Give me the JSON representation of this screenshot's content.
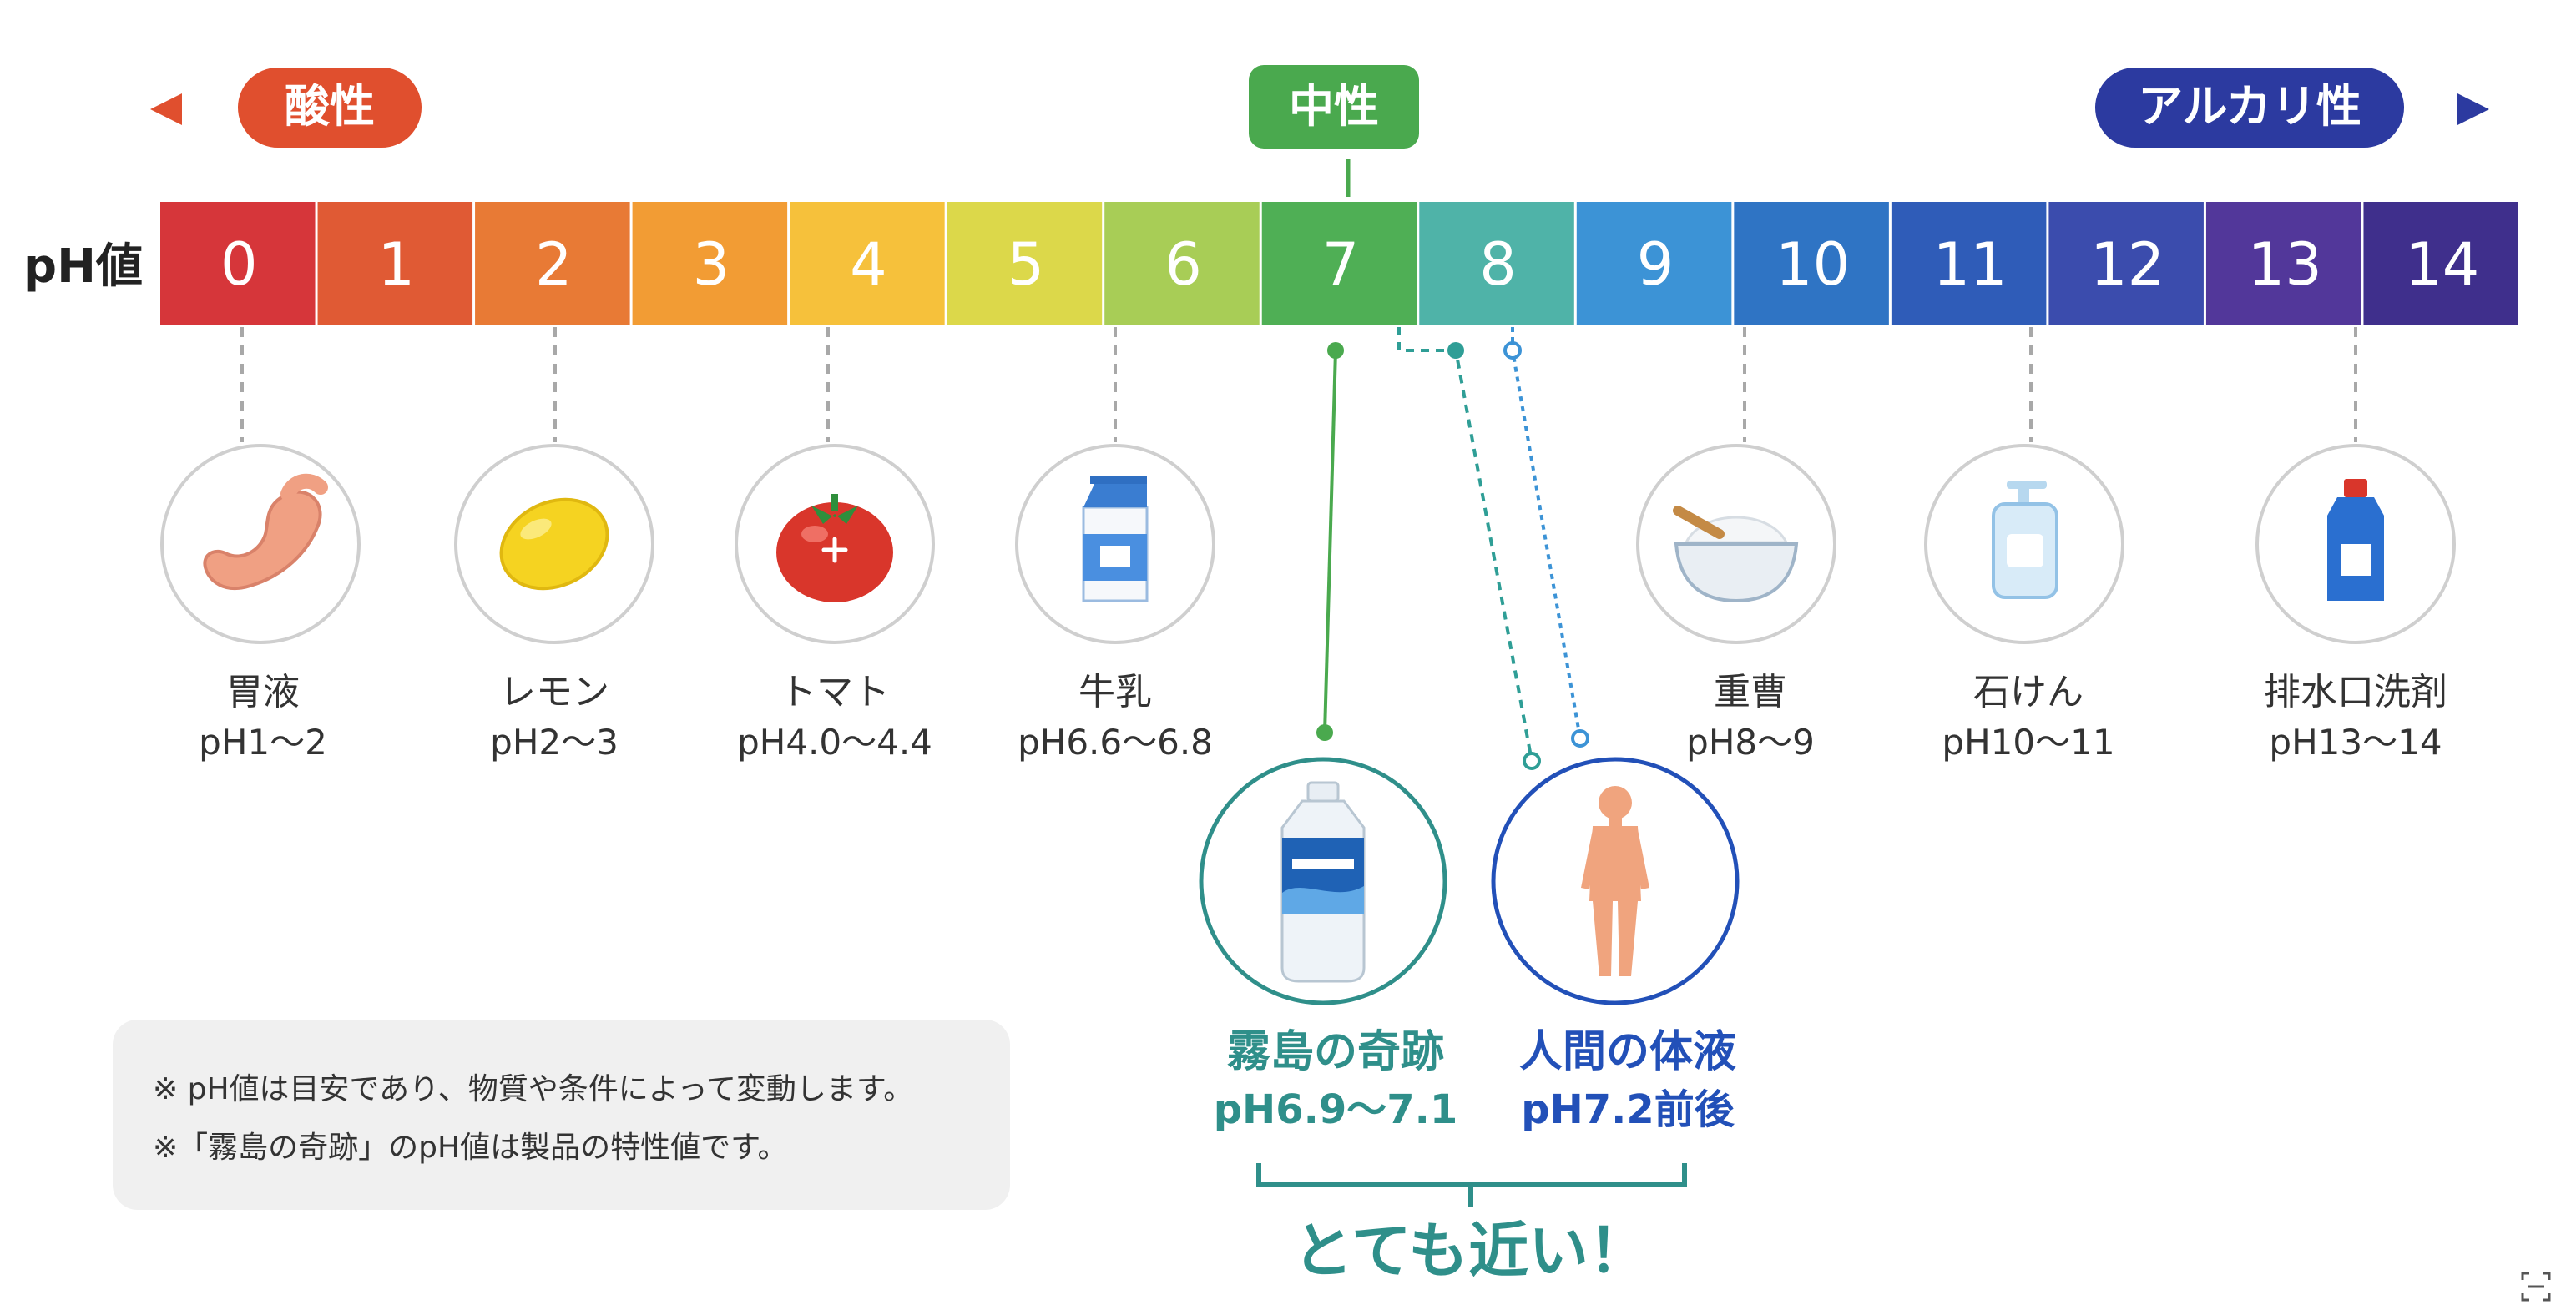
{
  "scale": {
    "label": "pH値",
    "values": [
      "0",
      "1",
      "2",
      "3",
      "4",
      "5",
      "6",
      "7",
      "8",
      "9",
      "10",
      "11",
      "12",
      "13",
      "14"
    ],
    "colors": [
      "#d6363a",
      "#e05a34",
      "#e87a35",
      "#f29c34",
      "#f6c13b",
      "#dcd84a",
      "#a8cd56",
      "#4faf55",
      "#4fb3a8",
      "#3c93d6",
      "#2f74c4",
      "#2f5cb8",
      "#3b4cad",
      "#52379a",
      "#3f2f8c"
    ]
  },
  "categories": {
    "acidic": "酸性",
    "neutral": "中性",
    "alkaline": "アルカリ性",
    "colors": {
      "acidic": "#e04f2e",
      "neutral": "#4aa94e",
      "alkaline": "#2c3aa0"
    }
  },
  "items": [
    {
      "name": "胃液",
      "range": "pH1〜2",
      "icon": "stomach-icon"
    },
    {
      "name": "レモン",
      "range": "pH2〜3",
      "icon": "lemon-icon"
    },
    {
      "name": "トマト",
      "range": "pH4.0〜4.4",
      "icon": "tomato-icon"
    },
    {
      "name": "牛乳",
      "range": "pH6.6〜6.8",
      "icon": "milk-carton-icon"
    },
    {
      "name": "重曹",
      "range": "pH8〜9",
      "icon": "baking-soda-bowl-icon"
    },
    {
      "name": "石けん",
      "range": "pH10〜11",
      "icon": "soap-pump-bottle-icon"
    },
    {
      "name": "排水口洗剤",
      "range": "pH13〜14",
      "icon": "drain-cleaner-bottle-icon"
    }
  ],
  "highlights": [
    {
      "name": "霧島の奇跡",
      "range": "pH6.9〜7.1",
      "icon": "water-bottle-icon",
      "color": "#2f8f8a"
    },
    {
      "name": "人間の体液",
      "range": "pH7.2前後",
      "icon": "human-body-icon",
      "color": "#2250b8"
    }
  ],
  "comparison": {
    "text": "とても近い！",
    "color": "#2f8f8a"
  },
  "notes": [
    "※ pH値は目安であり、物質や条件によって変動します。",
    "※「霧島の奇跡」のpH値は製品の特性値です。"
  ]
}
